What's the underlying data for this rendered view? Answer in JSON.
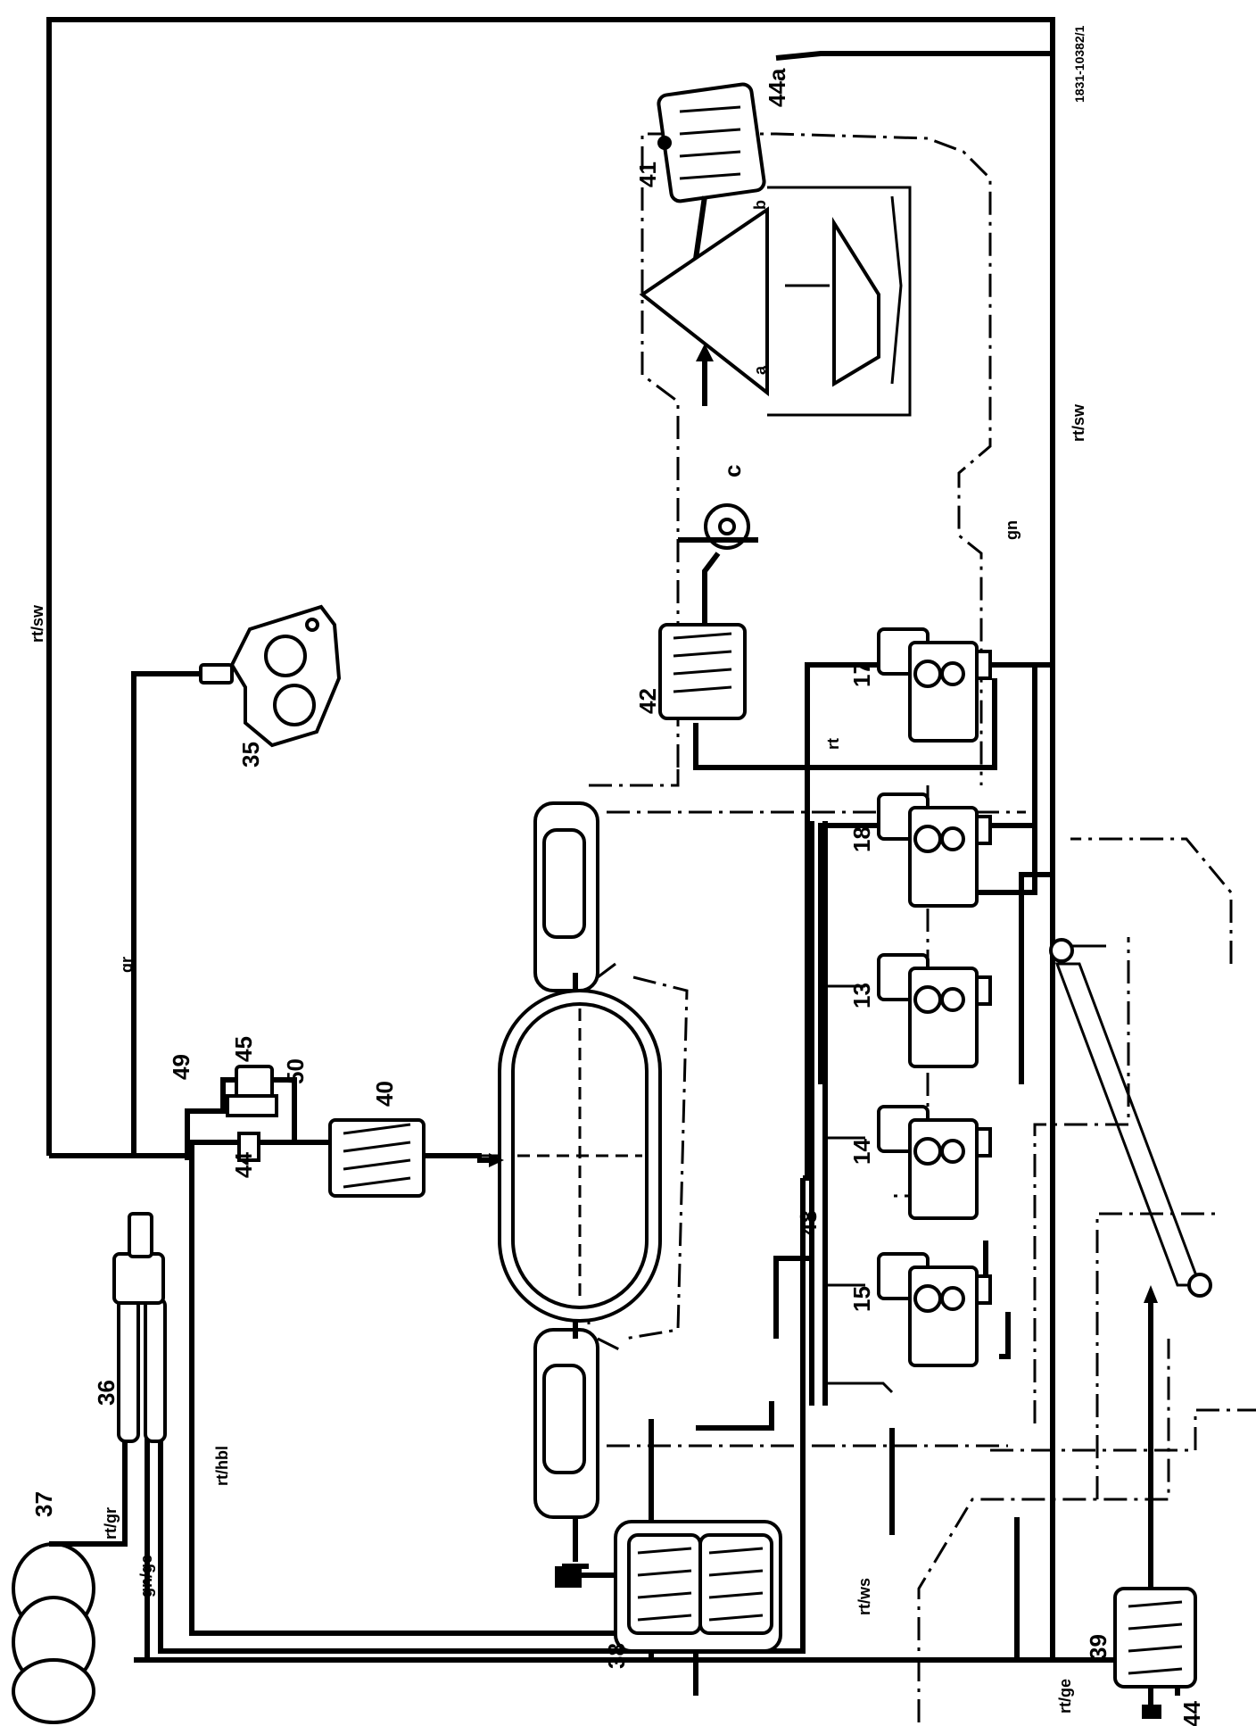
{
  "drawing_number": "1831-10382/1",
  "component_numbers": {
    "n37": "37",
    "n36": "36",
    "n35": "35",
    "n38": "38",
    "n39": "39",
    "n40": "40",
    "n41": "41",
    "n42": "42",
    "n44_top": "44",
    "n44_bottom": "44",
    "n44a": "44a",
    "n45": "45",
    "n48": "48",
    "n49": "49",
    "n50": "50",
    "n13": "13",
    "n14": "14",
    "n15": "15",
    "n17": "17",
    "n18": "18"
  },
  "wire_codes": {
    "rt_sw_left": "rt/sw",
    "rt_sw_right": "rt/sw",
    "gr": "gr",
    "gn": "gn",
    "rt": "rt",
    "rt_gr": "rt/gr",
    "rt_hbl": "rt/hbl",
    "gn_ge": "gn/ge",
    "rt_ws": "rt/ws",
    "rt_ge": "rt/ge"
  },
  "point_letters": {
    "a": "a",
    "b": "b",
    "c": "c"
  }
}
